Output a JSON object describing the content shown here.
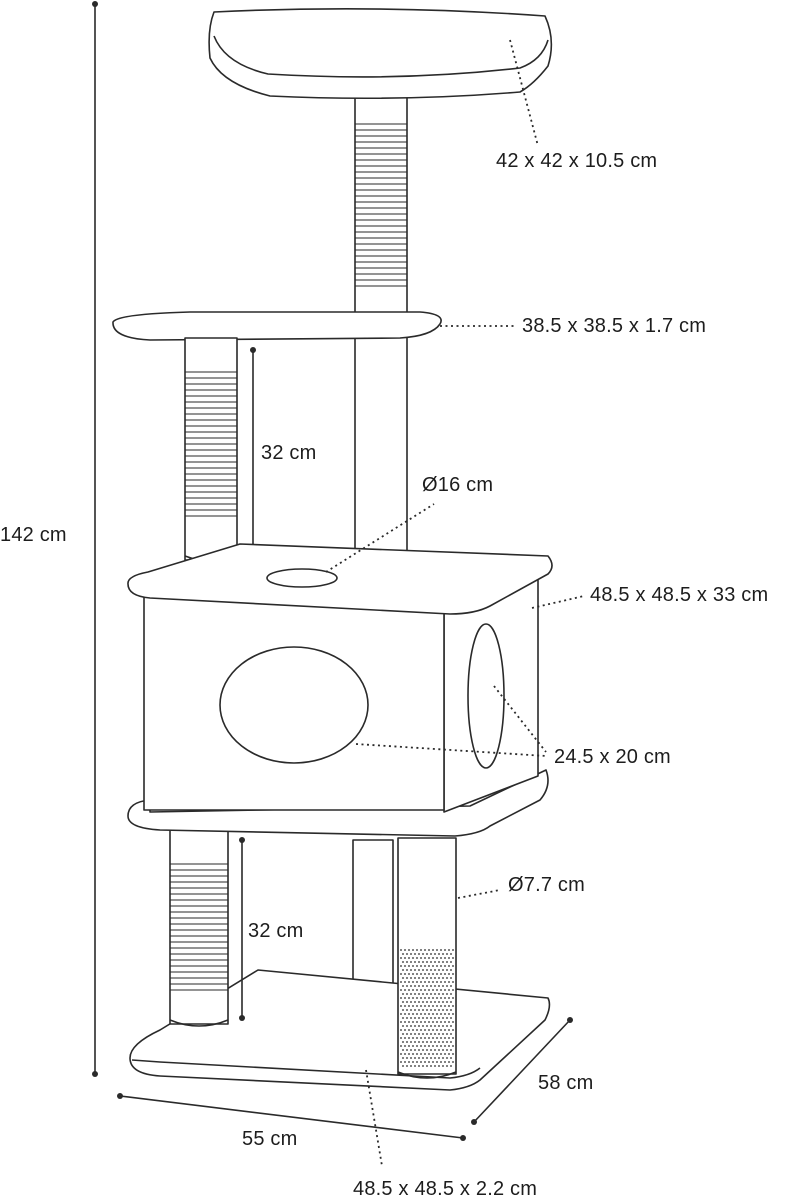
{
  "labels": {
    "top_perch": "42 x 42 x 10.5 cm",
    "platform": "38.5 x 38.5 x 1.7 cm",
    "upper_post_height": "32 cm",
    "hole_diameter": "Ø16 cm",
    "condo": "48.5 x 48.5 x 33 cm",
    "condo_openings": "24.5 x 20 cm",
    "post_diameter": "Ø7.7 cm",
    "lower_post_height": "32 cm",
    "total_height": "142 cm",
    "depth": "58 cm",
    "width": "55 cm",
    "base": "48.5 x 48.5 x 2.2 cm"
  },
  "colors": {
    "line": "#2a2a2a",
    "text": "#1d1d1d",
    "background": "#ffffff"
  }
}
